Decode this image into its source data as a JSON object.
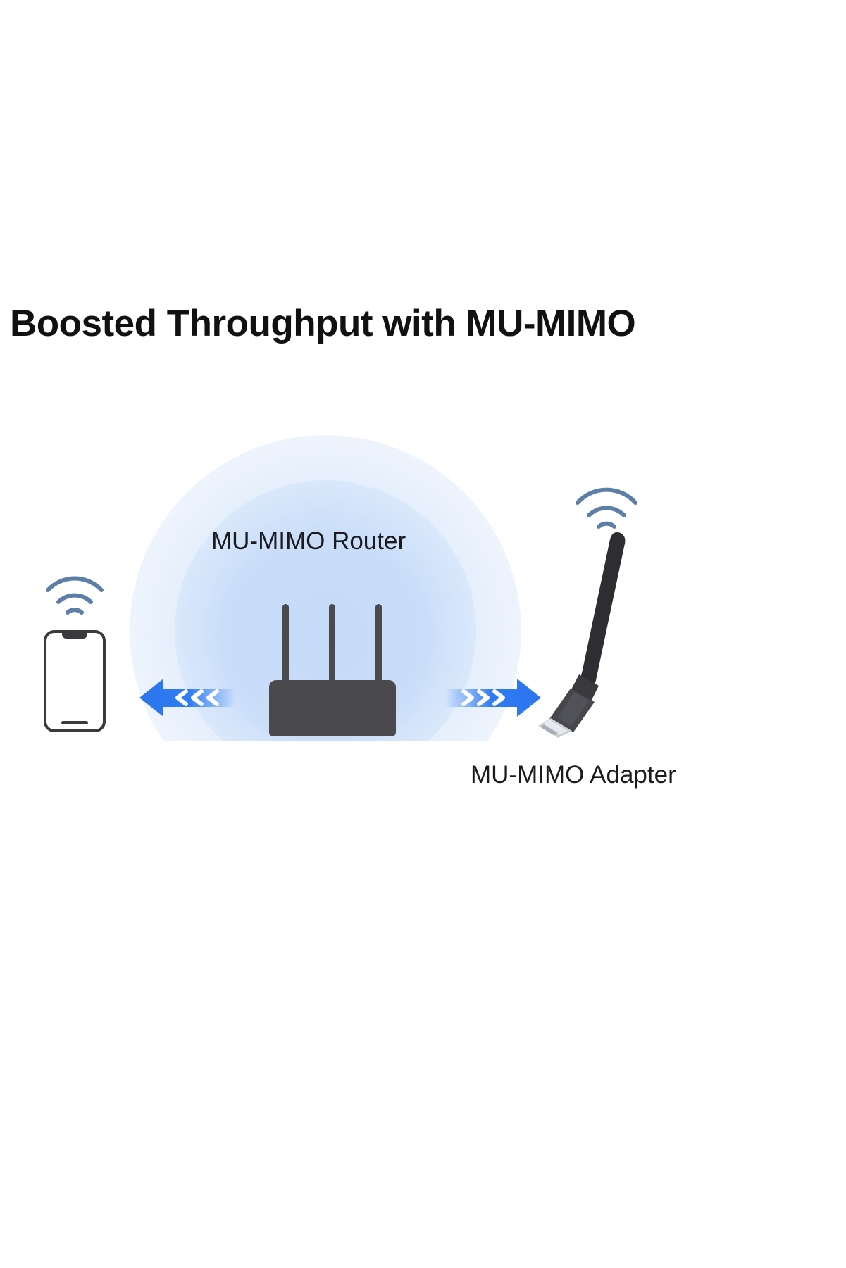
{
  "page": {
    "background_color": "#ffffff",
    "title": "Boosted Throughput with MU-MIMO"
  },
  "diagram": {
    "name": "mu-mimo-throughput-diagram",
    "halo": {
      "label": "router-coverage-halo",
      "color_outer": "#e4edfb",
      "color_inner": "#c4daf8"
    },
    "router": {
      "label": "MU-MIMO Router",
      "antenna_count": 3,
      "body_color": "#4a4a4d"
    },
    "adapter": {
      "label": "MU-MIMO Adapter",
      "antenna_count": 1,
      "body_color": "#3c3c40"
    },
    "client_device": {
      "label": "smartphone",
      "frame_color": "#3a3a3e"
    },
    "arrows": [
      {
        "name": "downstream-arrow-left",
        "direction": "left",
        "chevron_count": 3,
        "color": "#2f7df4",
        "chevron_color": "#ffffff"
      },
      {
        "name": "downstream-arrow-right",
        "direction": "right",
        "chevron_count": 3,
        "color": "#2f7df4",
        "chevron_color": "#ffffff"
      }
    ],
    "wifi_icons": [
      {
        "name": "wifi-icon-phone",
        "arc_count": 3,
        "color": "#5b7fa6"
      },
      {
        "name": "wifi-icon-adapter",
        "arc_count": 3,
        "color": "#5b7fa6"
      }
    ]
  },
  "colors": {
    "accent_blue": "#2f7df4",
    "text_dark": "#111111",
    "label_dark": "#1b1b1f",
    "device_gray": "#4a4a4d",
    "wifi_blue_gray": "#5b7fa6"
  }
}
